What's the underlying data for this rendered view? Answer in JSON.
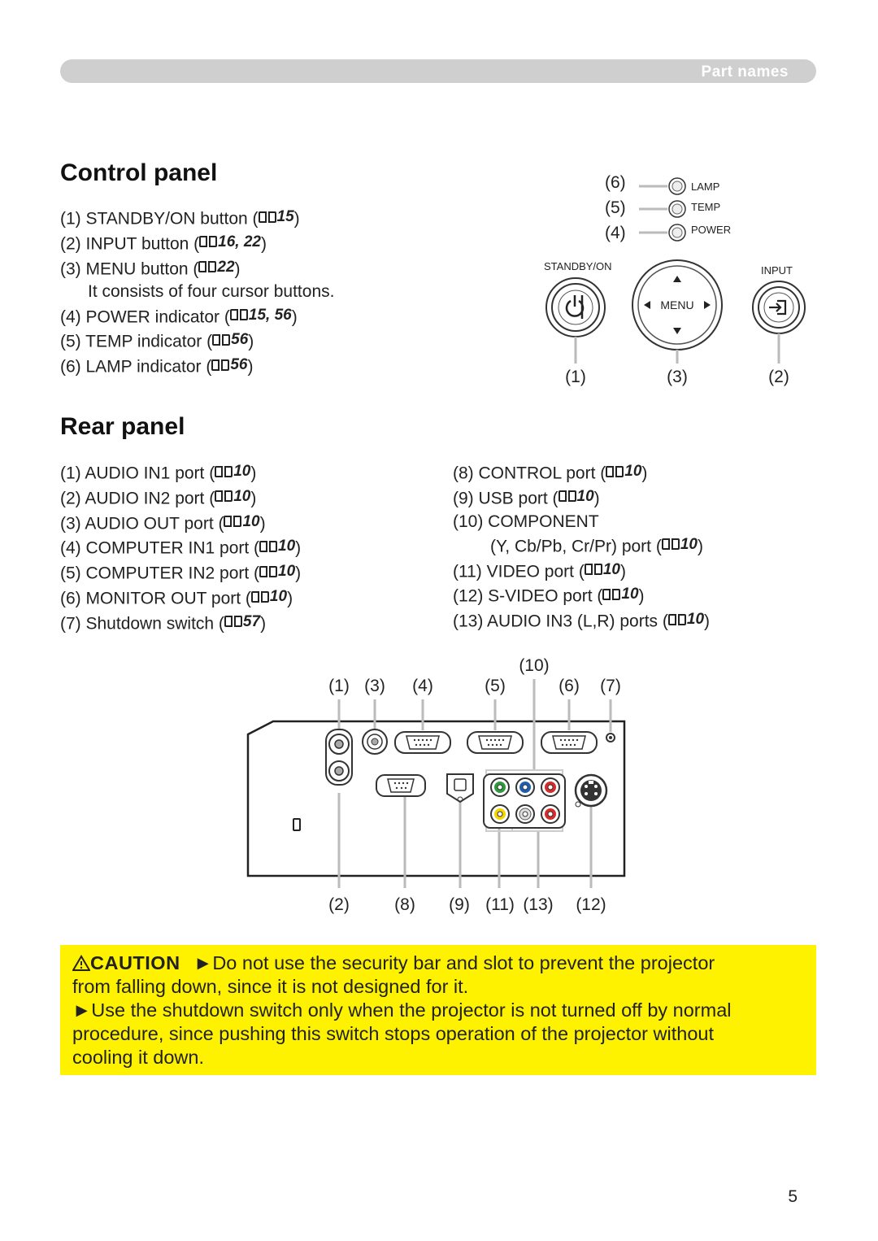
{
  "header": {
    "section": "Part names"
  },
  "control_panel": {
    "title": "Control panel",
    "items": [
      {
        "label": "(1) STANDBY/ON button (",
        "ref": "15",
        "close": ")"
      },
      {
        "label": "(2) INPUT button (",
        "ref": "16, 22",
        "close": ")"
      },
      {
        "label": "(3) MENU button (",
        "ref": "22",
        "close": ")"
      },
      {
        "label": "It consists of four cursor buttons."
      },
      {
        "label": "(4) POWER indicator (",
        "ref": "15, 56",
        "close": ")"
      },
      {
        "label": "(5) TEMP indicator (",
        "ref": "56",
        "close": ")"
      },
      {
        "label": "(6) LAMP indicator (",
        "ref": "56",
        "close": ")"
      }
    ],
    "diagram": {
      "indicator_callouts": [
        "(6)",
        "(5)",
        "(4)"
      ],
      "indicator_labels": [
        "LAMP",
        "TEMP",
        "POWER"
      ],
      "standby_label": "STANDBY/ON",
      "input_label": "INPUT",
      "menu_label": "MENU",
      "bottom_callouts": [
        "(1)",
        "(3)",
        "(2)"
      ]
    }
  },
  "rear_panel": {
    "title": "Rear panel",
    "left_items": [
      {
        "label": "(1) AUDIO IN1 port (",
        "ref": "10",
        "close": ")"
      },
      {
        "label": "(2) AUDIO IN2 port (",
        "ref": "10",
        "close": ")"
      },
      {
        "label": "(3) AUDIO OUT port (",
        "ref": "10",
        "close": ")"
      },
      {
        "label": "(4) COMPUTER IN1 port (",
        "ref": "10",
        "close": ")"
      },
      {
        "label": "(5) COMPUTER IN2 port (",
        "ref": "10",
        "close": ")"
      },
      {
        "label": "(6) MONITOR OUT port (",
        "ref": "10",
        "close": ")"
      },
      {
        "label": "(7) Shutdown switch (",
        "ref": "57",
        "close": ")"
      }
    ],
    "right_items": [
      {
        "label": "(8) CONTROL port (",
        "ref": "10",
        "close": ")"
      },
      {
        "label": "(9) USB port (",
        "ref": "10",
        "close": ")"
      },
      {
        "label": "(10) COMPONENT"
      },
      {
        "label": "(Y, Cb/Pb, Cr/Pr) port (",
        "ref": "10",
        "close": ")"
      },
      {
        "label": "(11) VIDEO port (",
        "ref": "10",
        "close": ")"
      },
      {
        "label": "(12) S-VIDEO port (",
        "ref": "10",
        "close": ")"
      },
      {
        "label": "(13) AUDIO IN3 (L,R) ports (",
        "ref": "10",
        "close": ")"
      }
    ],
    "diagram": {
      "top_callouts": [
        "(10)",
        "(1)",
        "(3)",
        "(4)",
        "(5)",
        "(6)",
        "(7)"
      ],
      "bottom_callouts": [
        "(2)",
        "(8)",
        "(9)",
        "(11)",
        "(13)",
        "(12)"
      ]
    }
  },
  "caution": {
    "label": "CAUTION",
    "line1": "►Do not use the security bar and slot to prevent the projector",
    "line2": "from falling down, since it is not designed for it.",
    "line3": "►Use the shutdown switch only when the projector is not turned off by normal",
    "line4": "procedure, since pushing this switch stops operation of the projector without",
    "line5": "cooling it down."
  },
  "page_number": "5"
}
